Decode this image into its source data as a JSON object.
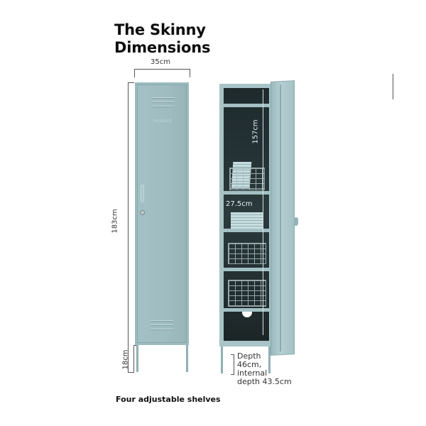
{
  "title": {
    "line1": "The Skinny",
    "line2": "Dimensions"
  },
  "dimensions": {
    "width": "35cm",
    "height": "183cm",
    "leg_height": "18cm",
    "internal_height": "157cm",
    "internal_width": "27.5cm",
    "depth_line1": "Depth",
    "depth_line2": "46cm,",
    "depth_line3": "internal",
    "depth_line4": "depth 43.5cm"
  },
  "product": {
    "brand_mark": "mustard",
    "color_hex": "#9dbcc0",
    "interior_hex": "#222e30"
  },
  "caption": "Four adjustable shelves"
}
